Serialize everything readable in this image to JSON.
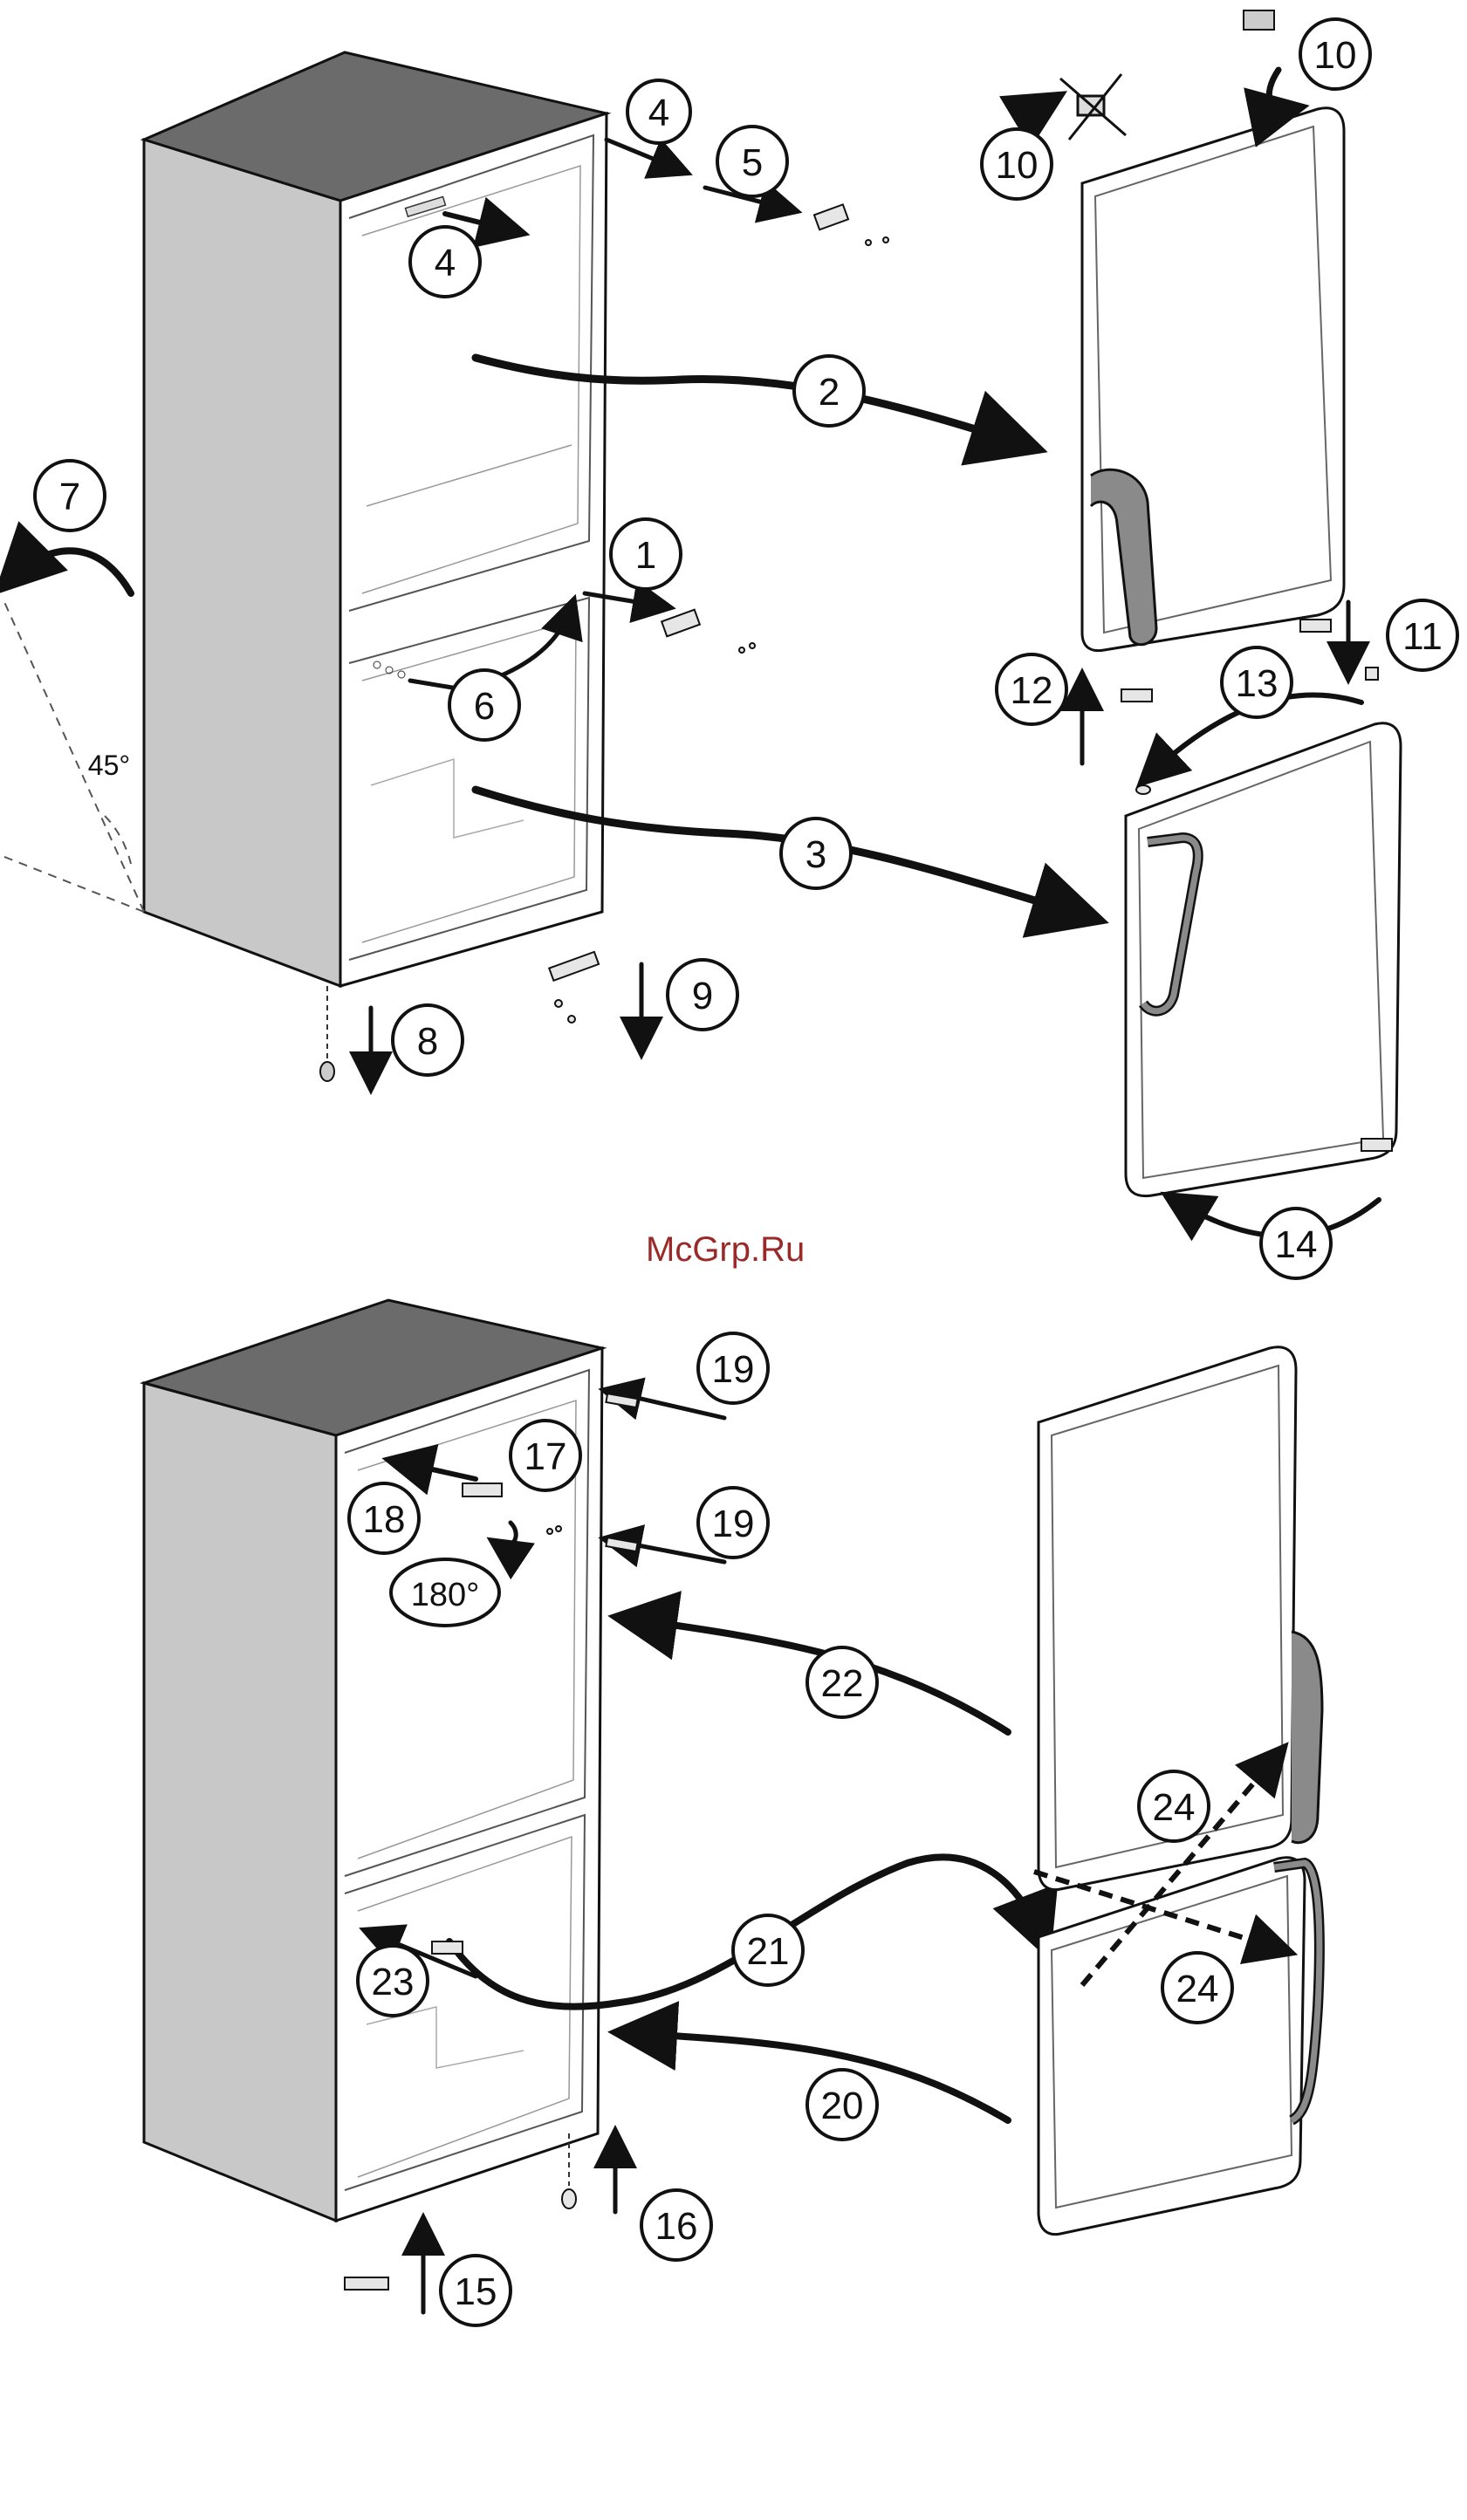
{
  "watermark": "McGrp.Ru",
  "angle_label": "45°",
  "rotation_label": "180°",
  "steps": {
    "s1": "1",
    "s2": "2",
    "s3": "3",
    "s4": "4",
    "s5": "5",
    "s6": "6",
    "s7": "7",
    "s8": "8",
    "s9": "9",
    "s10": "10",
    "s11": "11",
    "s12": "12",
    "s13": "13",
    "s14": "14",
    "s15": "15",
    "s16": "16",
    "s17": "17",
    "s18": "18",
    "s19": "19",
    "s20": "20",
    "s21": "21",
    "s22": "22",
    "s23": "23",
    "s24": "24"
  }
}
